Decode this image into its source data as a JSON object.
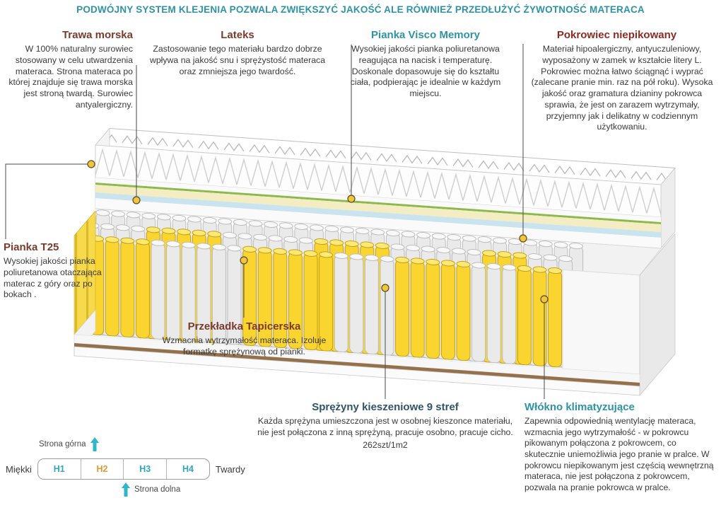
{
  "banner": {
    "text": "PODWÓJNY SYSTEM KLEJENIA POZWALA ZWIĘKSZYĆ JAKOŚĆ ALE RÓWNIEŻ PRZEDŁUŻYĆ ŻYWOTNOŚĆ MATERACA"
  },
  "callouts": {
    "trawa_morska": {
      "title": "Trawa morska",
      "body": "W 100% naturalny surowiec stosowany w celu utwardzenia materaca. Strona materaca po której znajduje się trawa morska jest stroną twardą. Surowiec antyalergiczny."
    },
    "lateks": {
      "title": "Lateks",
      "body": "Zastosowanie tego materiału bardzo dobrze wpływa na jakość snu i sprężystość materaca oraz zmniejsza jego twardość."
    },
    "pianka_visco": {
      "title": "Pianka Visco Memory",
      "body": "Wysokiej jakości pianka poliuretanowa reagująca na nacisk i temperaturę. Doskonale dopasowuje się do kształtu ciała, podpierając je idealnie w każdym miejscu."
    },
    "pokrowiec": {
      "title": "Pokrowiec niepikowany",
      "body": "Materiał hipoalergiczny, antyuczuleniowy, wyposażony w zamek w kształcie litery L. Pokrowiec można łatwo ściągnąć i wyprać (zalecane pranie min.  raz na pół roku). Wysoka jakość oraz gramatura dzianiny pokrowca sprawia, że jest on zarazem wytrzymały, przyjemny jak i delikatny w codziennym użytkowaniu."
    },
    "pianka_t25": {
      "title": "Pianka T25",
      "body": "Wysokiej jakości pianka poliuretanowa otaczająca materac z góry oraz po bokach ."
    },
    "przekladka": {
      "title": "Przekładka Tapicerska",
      "body": "Wzmacnia wytrzymałość materaca. Izoluje formatkę sprężynową od pianki."
    },
    "sprezyny": {
      "title": "Sprężyny kieszeniowe 9 stref",
      "body": "Każda sprężyna umieszczona jest w osobnej kieszonce materiału, nie jest połączona z inną sprężyną, pracuje osobno, pracuje cicho.",
      "spec": "262szt/1m2"
    },
    "wlokno": {
      "title": "Włókno klimatyzujące",
      "body": "Zapewnia odpowiednią wentylację materaca, wzmacnia jego wytrzymałość - w pokrowcu pikowanym połączona z pokrowcem, co skutecznie uniemożliwia jego pranie w pralce. W pokrowcu niepikowanym jest częścią wewnętrzną materaca, nie jest połączona z pokrowcem, pozwala na pranie pokrowca w pralce."
    }
  },
  "hardness_scale": {
    "soft_label": "Miękki",
    "hard_label": "Twardy",
    "levels": [
      {
        "label": "H1"
      },
      {
        "label": "H2"
      },
      {
        "label": "H3"
      },
      {
        "label": "H4"
      }
    ],
    "active_level": "H2",
    "top_side_label": "Strona górna",
    "bottom_side_label": "Strona dolna"
  },
  "icons": {
    "top_side_arrow": "up-arrow",
    "bottom_side_arrow": "up-arrow"
  },
  "colors": {
    "banner_teal": "#2E93A6",
    "heading_rust": "#7A3B2B",
    "heading_red": "#8B2B21",
    "heading_teal": "#2E93A6",
    "heading_steel": "#2F5566",
    "callout_line": "#4A4A4A",
    "callout_dot_fill": "#F0C63F",
    "callout_dot_edge": "#5A4A1A",
    "spring_yellow": "#FBD52F",
    "spring_yellow_edge": "#C1A01A",
    "spring_yellow_top": "#FFE873",
    "spring_white": "#EAEAEA",
    "spring_white_edge": "#BCBCBC",
    "spring_white_top": "#F8F8F8",
    "layer_green": "#8CB94C",
    "layer_cream": "#F4EDC4",
    "layer_blue": "#C9E3EF",
    "layer_brown": "#94714B",
    "scale_level_teal": "#2FA7BD",
    "scale_level_active_orange": "#DD9A33",
    "side_arrow_teal": "#2FB6C9"
  }
}
